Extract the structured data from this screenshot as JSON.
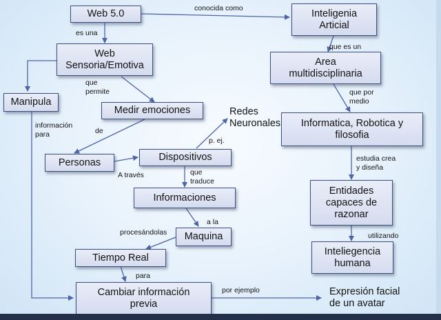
{
  "nodes": {
    "web50": "Web 5.0",
    "inteligenia_articial": "Inteligenia\nArticial",
    "web_sensoria": "Web\nSensoria/Emotiva",
    "area": "Area\nmultidisciplinaria",
    "manipula": "Manipula",
    "medir_emociones": "Medir emociones",
    "redes_neuronales": "Redes\nNeuronales",
    "informatica": "Informatica, Robotica y\nfilosofia",
    "personas": "Personas",
    "dispositivos": "Dispositivos",
    "informaciones": "Informaciones",
    "entidades": "Entidades\ncapaces de\nrazonar",
    "maquina": "Maquina",
    "tiempo_real": "Tiempo Real",
    "inteliegencia_humana": "Inteliegencia\nhumana",
    "cambiar": "Cambiar información\nprevia",
    "expresion": "Expresión facial\nde un avatar"
  },
  "labels": {
    "conocida_como": "conocida como",
    "es_una": "es una",
    "que_es_un": "que es un",
    "que_permite": "que\npermite",
    "que_por_medio": "que por\nmedio",
    "informacion_para": "información\npara",
    "de": "de",
    "p_ej": "p. ej.",
    "a_traves": "A través",
    "que_traduce": "que\ntraduce",
    "estudia_crea": "estudia crea\ny diseña",
    "a_la": "a la",
    "procesandolas": "procesándolas",
    "utilizando": "utilizando",
    "para": "para",
    "por_ejemplo": "por ejemplo"
  },
  "colors": {
    "box_border": "#3c4e7a",
    "connector": "#4f63a8",
    "background": "#e9f3fc"
  }
}
